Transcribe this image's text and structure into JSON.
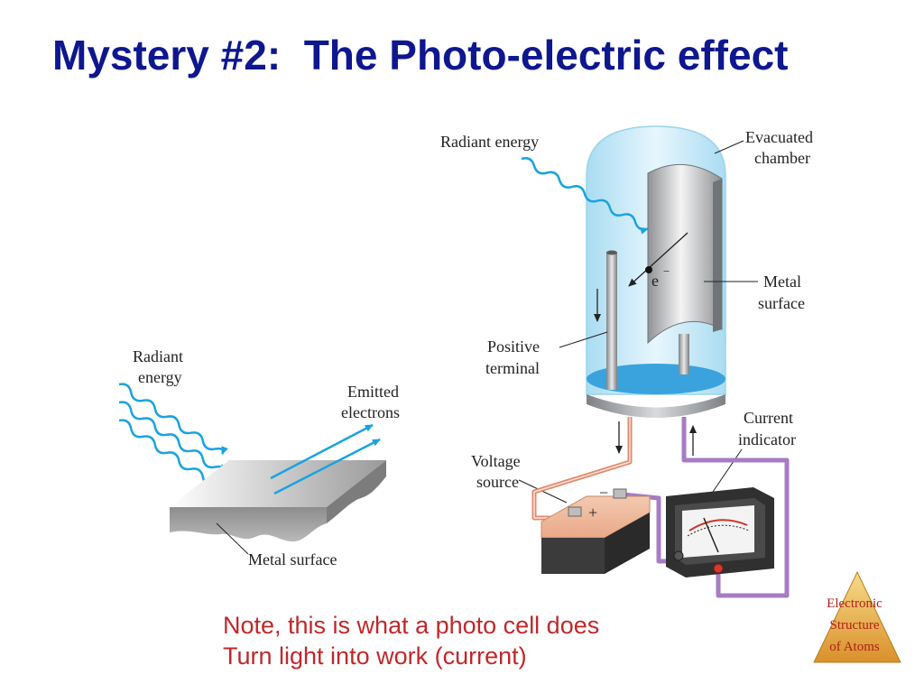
{
  "slide": {
    "title": "Mystery #2:  The Photo-electric effect",
    "note_lines": [
      "Note, this is what a photo cell does",
      "Turn light into work (current)"
    ]
  },
  "left_diagram": {
    "radiant_energy_line1": "Radiant",
    "radiant_energy_line2": "energy",
    "emitted_electrons_line1": "Emitted",
    "emitted_electrons_line2": "electrons",
    "metal_surface": "Metal surface"
  },
  "right_diagram": {
    "radiant_energy": "Radiant energy",
    "evacuated_chamber_line1": "Evacuated",
    "evacuated_chamber_line2": "chamber",
    "metal_surface_line1": "Metal",
    "metal_surface_line2": "surface",
    "electron_symbol": "e",
    "electron_charge": "−",
    "positive_terminal_line1": "Positive",
    "positive_terminal_line2": "terminal",
    "current_indicator_line1": "Current",
    "current_indicator_line2": "indicator",
    "voltage_source_line1": "Voltage",
    "voltage_source_line2": "source",
    "battery_minus": "−",
    "battery_plus": "+"
  },
  "badge": {
    "line1": "Electronic",
    "line2": "Structure",
    "line3": "of Atoms"
  },
  "colors": {
    "title": "#0f178f",
    "note": "#c0282a",
    "wave": "#1aa3e0",
    "chamber": "#bfe6f7",
    "wire_red": "#e08a6e",
    "wire_purple": "#a67cc4",
    "badge_fill": "#e8b24a"
  }
}
